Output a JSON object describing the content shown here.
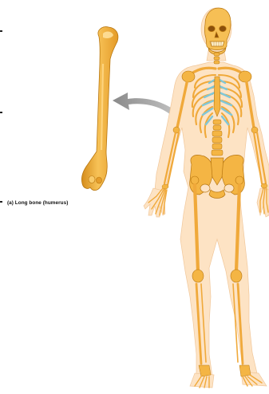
{
  "figure": {
    "caption": "(a) Long bone (humerus)",
    "colors": {
      "bone_fill": "#f4b544",
      "bone_shadow": "#d58d1c",
      "bone_highlight": "#ffdc8c",
      "cartilage": "#7fc7d9",
      "body_fill": "#fde3c4",
      "arrow": "#8c8c8c"
    },
    "icons": [
      "humerus-bone",
      "human-skeleton",
      "pointer-arrow"
    ]
  }
}
